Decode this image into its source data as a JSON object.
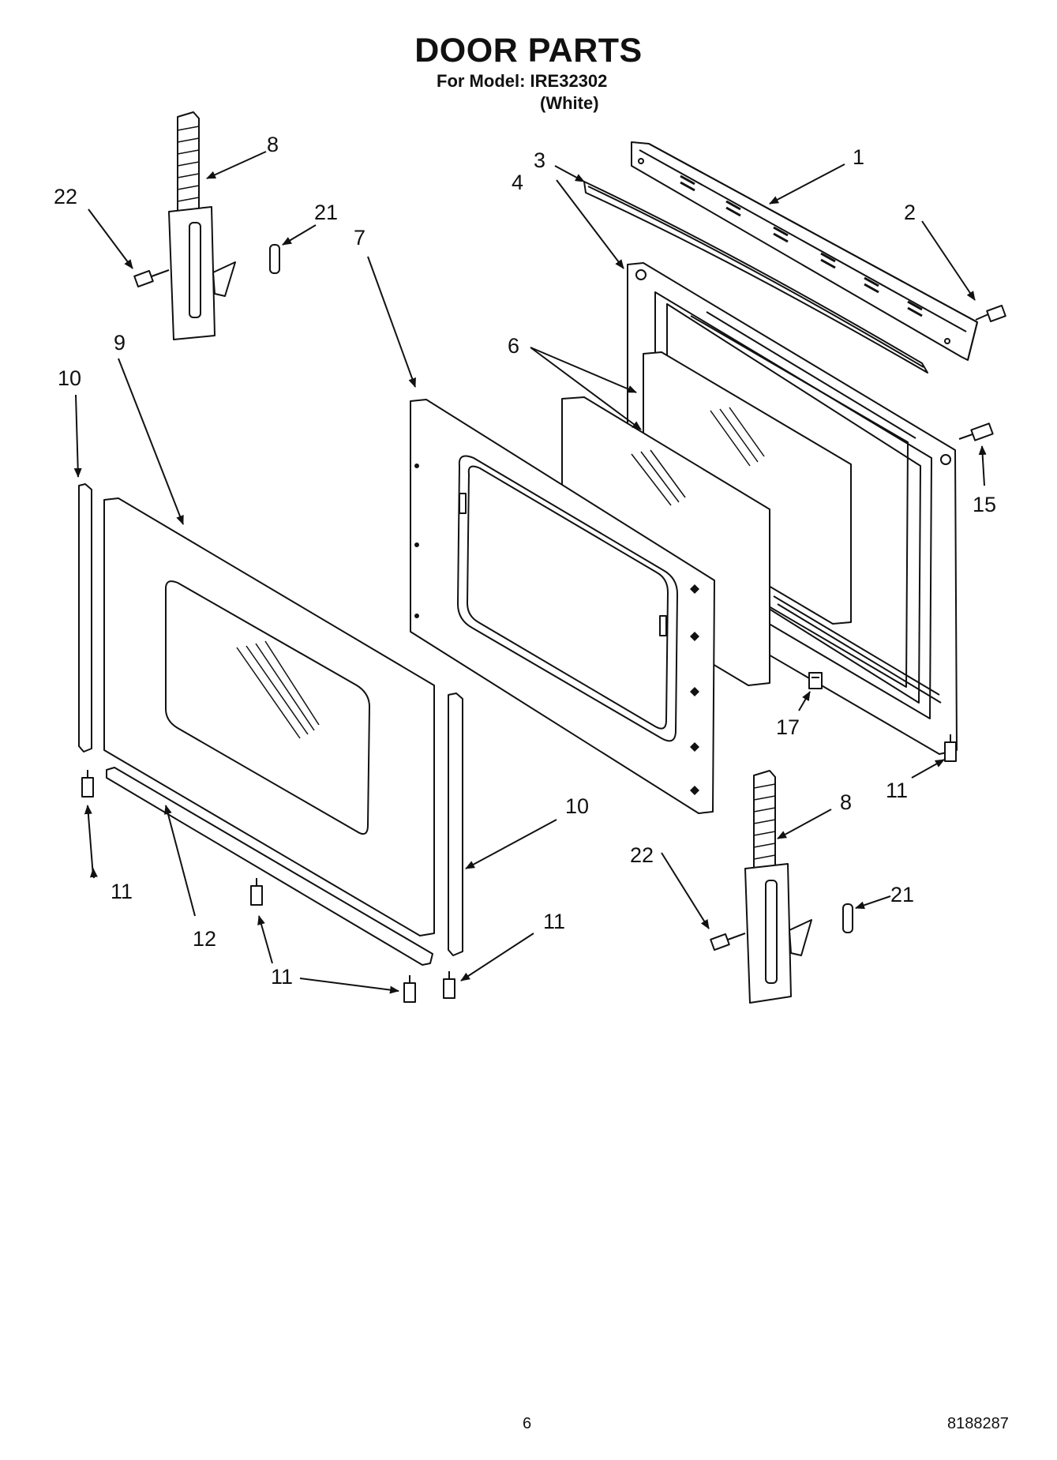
{
  "header": {
    "title": "DOOR PARTS",
    "model_line": "For Model: IRE32302",
    "variant": "(White)"
  },
  "footer": {
    "page_number": "6",
    "document_number": "8188287"
  },
  "callouts": [
    "1",
    "2",
    "3",
    "4",
    "6",
    "7",
    "8",
    "9",
    "10",
    "11",
    "12",
    "15",
    "17",
    "21",
    "22"
  ]
}
